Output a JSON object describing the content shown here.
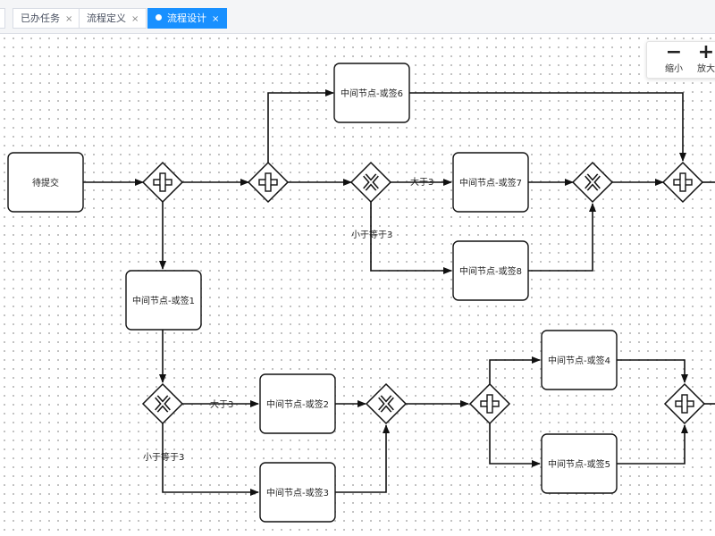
{
  "tabs": [
    {
      "label": "",
      "closable": false,
      "active": false
    },
    {
      "label": "已办任务",
      "closable": true,
      "active": false
    },
    {
      "label": "流程定义",
      "closable": true,
      "active": false
    },
    {
      "label": "流程设计",
      "closable": true,
      "active": true
    }
  ],
  "tab_close_glyph": "×",
  "zoom": {
    "out_icon": "minus-icon",
    "out_label": "缩小",
    "in_icon": "plus-icon",
    "in_label": "放大"
  },
  "diagram": {
    "nodes": {
      "start": "待提交",
      "n1": "中间节点-或签1",
      "n2": "中间节点-或签2",
      "n3": "中间节点-或签3",
      "n4": "中间节点-或签4",
      "n5": "中间节点-或签5",
      "n6": "中间节点-或签6",
      "n7": "中间节点-或签7",
      "n8": "中间节点-或签8"
    },
    "gateways": {
      "g1": "parallel-gateway",
      "g2": "parallel-gateway",
      "g3": "exclusive-gateway",
      "g4": "exclusive-gateway",
      "g5": "parallel-gateway",
      "g6": "exclusive-gateway",
      "g7": "exclusive-gateway",
      "g8": "parallel-gateway",
      "g9": "parallel-gateway"
    },
    "edge_labels": {
      "g3_to_n7": "大于3",
      "g3_to_n8": "小于等于3",
      "g6_to_n2": "大于3",
      "g6_to_n3": "小于等于3"
    }
  },
  "colors": {
    "tab_active": "#1890ff",
    "line": "#111111",
    "node_fill": "#ffffff"
  }
}
